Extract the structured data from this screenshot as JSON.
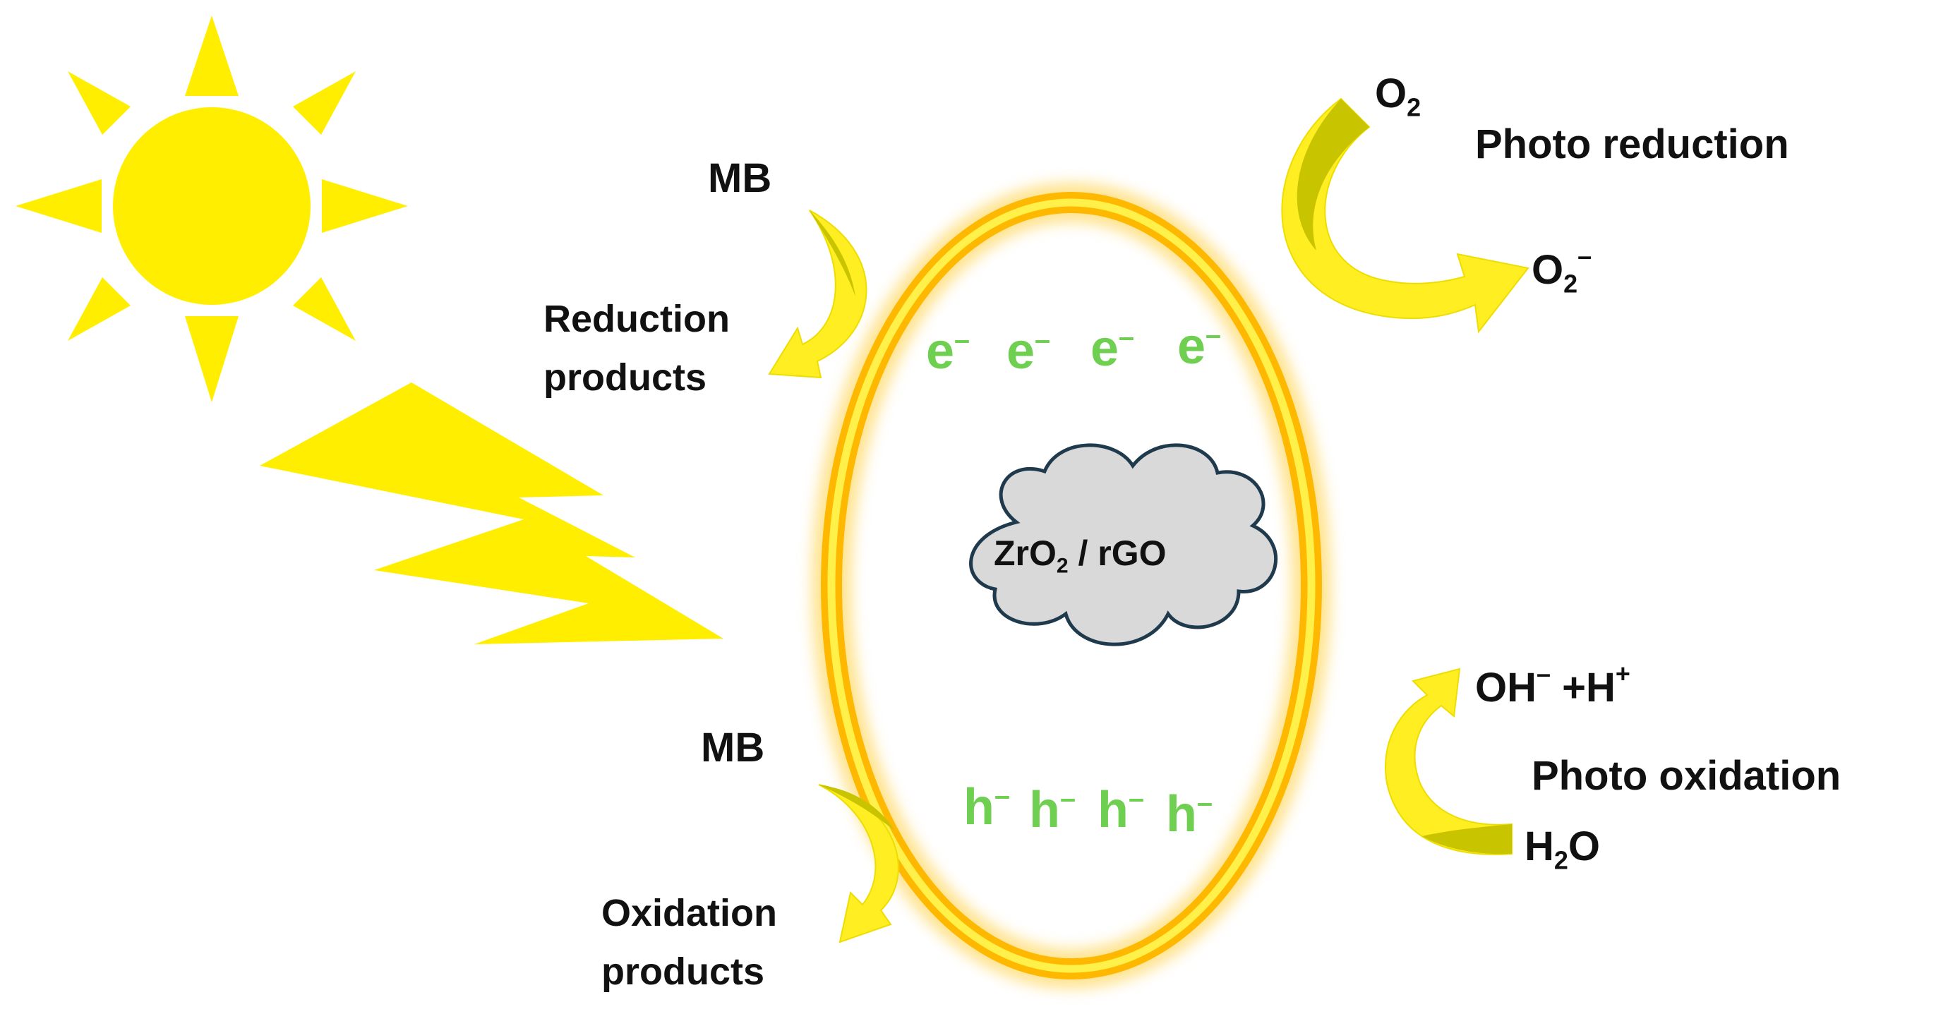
{
  "colors": {
    "sun": "#ffee00",
    "lightning": "#ffee00",
    "ring_outer": "#ffbf00",
    "ring_inner": "#ffea00",
    "arrow_light": "#ffee22",
    "arrow_dark": "#c8c400",
    "cloud_fill": "#d9d9d9",
    "cloud_stroke": "#1f3a4d",
    "carrier_text": "#6fcf50",
    "label_text": "#111111"
  },
  "labels": {
    "mb_top": "MB",
    "reduction_products_line1": "Reduction",
    "reduction_products_line2": "products",
    "mb_bottom": "MB",
    "oxidation_products_line1": "Oxidation",
    "oxidation_products_line2": "products",
    "o2_base": "O",
    "o2_sub": "2",
    "photo_reduction": "Photo reduction",
    "o2_radical_base": "O",
    "o2_radical_sub": "2",
    "o2_radical_sup": "–",
    "oh_base": "OH",
    "oh_sup": "–",
    "h_plus_base": " +H",
    "h_plus_sup": "+",
    "photo_oxidation": "Photo oxidation",
    "h2o_h": "H",
    "h2o_sub": "2",
    "h2o_o": "O",
    "catalyst_zr": "ZrO",
    "catalyst_sub": "2",
    "catalyst_rest": " / rGO"
  },
  "electrons": [
    {
      "base": "e",
      "sup": "–"
    },
    {
      "base": "e",
      "sup": "–"
    },
    {
      "base": "e",
      "sup": "–"
    },
    {
      "base": "e",
      "sup": "–"
    }
  ],
  "holes": [
    {
      "base": "h",
      "sup": "–"
    },
    {
      "base": "h",
      "sup": "–"
    },
    {
      "base": "h",
      "sup": "–"
    },
    {
      "base": "h",
      "sup": "–"
    }
  ]
}
